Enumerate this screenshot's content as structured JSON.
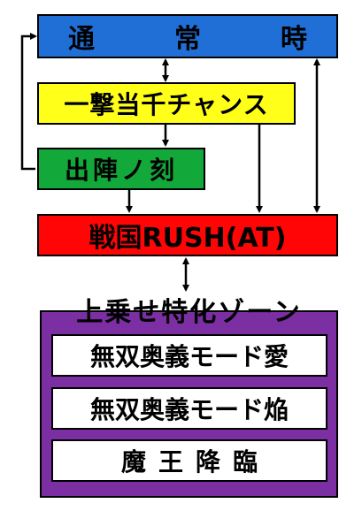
{
  "states": {
    "normal": "通　常　時",
    "ikkitousen": "一撃当千チャンス",
    "shutsujin": "出陣ノ刻",
    "rush": "戦国RUSH(AT)"
  },
  "zone": {
    "title": "上乗せ特化ゾーン",
    "items": [
      "無双奥義モード愛",
      "無双奥義モード焔",
      "魔王降臨"
    ]
  },
  "colors": {
    "normal": "#1f6fd6",
    "ikkitousen": "#ffff19",
    "shutsujin": "#12a83a",
    "rush": "#ff0505",
    "zone": "#7b2fa3"
  }
}
